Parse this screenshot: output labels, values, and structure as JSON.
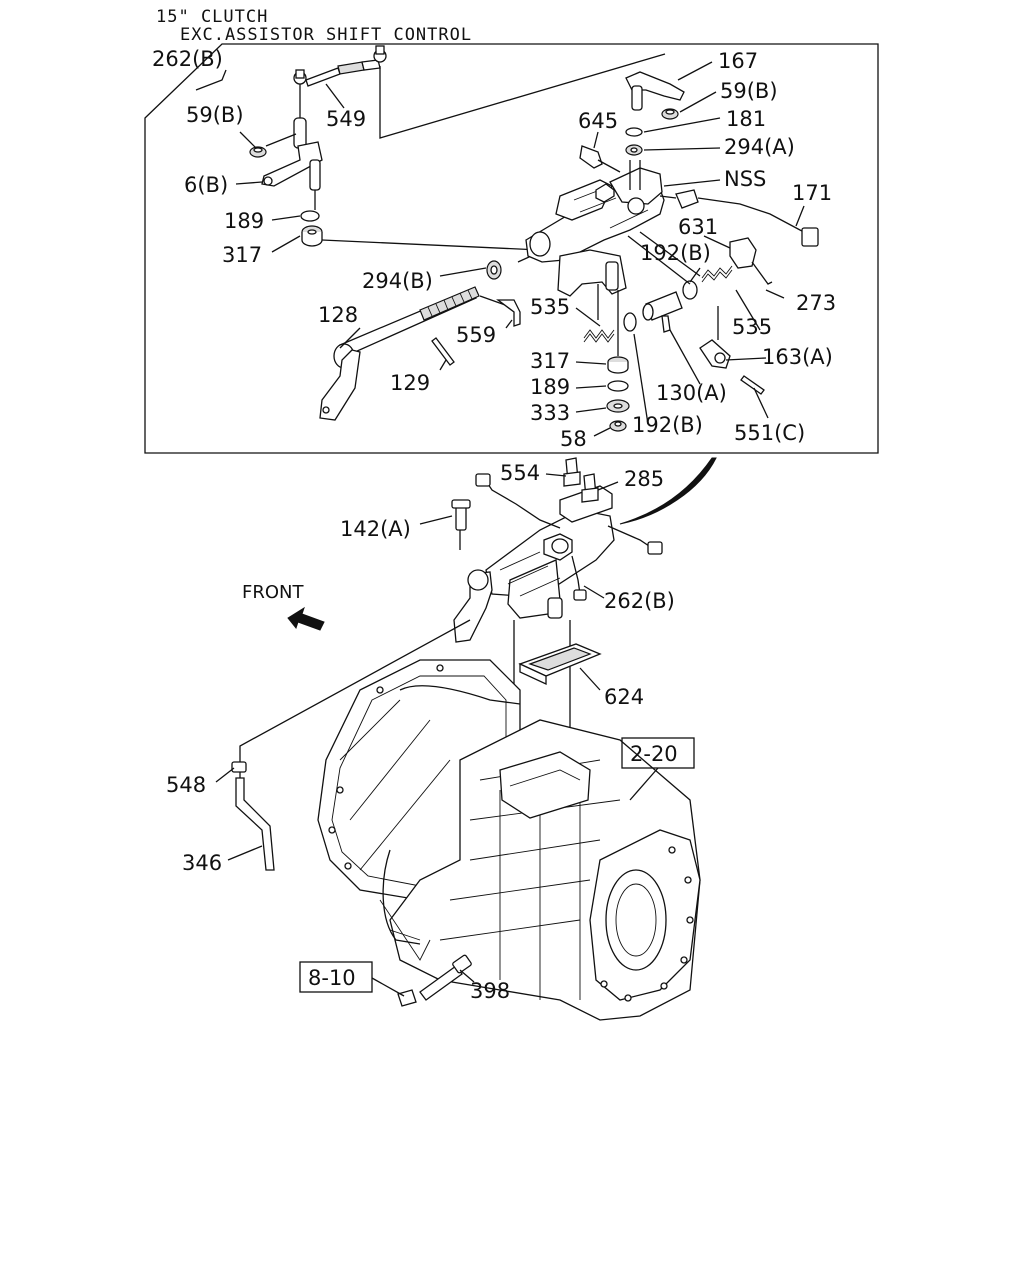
{
  "header": {
    "line1": "15\" CLUTCH",
    "line2": "EXC.ASSISTOR SHIFT CONTROL"
  },
  "front_label": "FRONT",
  "refs": {
    "r1": "2-20",
    "r2": "8-10"
  },
  "parts": {
    "p262b_top": "262(B)",
    "p549": "549",
    "p59b_left": "59(B)",
    "p6b": "6(B)",
    "p189_left": "189",
    "p317_left": "317",
    "p294b": "294(B)",
    "p128": "128",
    "p129": "129",
    "p559": "559",
    "p535_left": "535",
    "p317_mid": "317",
    "p189_mid": "189",
    "p333": "333",
    "p58": "58",
    "p192b_low": "192(B)",
    "p130a": "130(A)",
    "p167": "167",
    "p59b_right": "59(B)",
    "p645": "645",
    "p181": "181",
    "p294a": "294(A)",
    "pNSS": "NSS",
    "p171": "171",
    "p631": "631",
    "p192b_up": "192(B)",
    "p273": "273",
    "p535_right": "535",
    "p163a": "163(A)",
    "p551c": "551(C)",
    "p554": "554",
    "p285": "285",
    "p142a": "142(A)",
    "p262b_mid": "262(B)",
    "p624": "624",
    "p548": "548",
    "p346": "346",
    "p398": "398"
  },
  "icons": {
    "front_arrow": "front-arrow-icon"
  }
}
